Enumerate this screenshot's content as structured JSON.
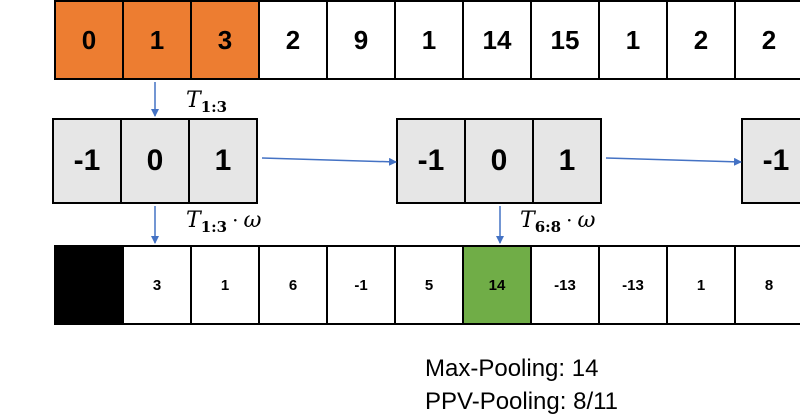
{
  "input_row": {
    "values": [
      "0",
      "1",
      "3",
      "2",
      "9",
      "1",
      "14",
      "15",
      "1",
      "2",
      "2"
    ],
    "highlighted": [
      0,
      1,
      2
    ],
    "highlight_color": "#ed7d31"
  },
  "kernel": {
    "values": [
      "-1",
      "0",
      "1"
    ],
    "partial_value": "-1",
    "fill_color": "#e6e6e6"
  },
  "labels": {
    "t1_base": "T",
    "t1_sub": "1:3",
    "t1w_base": "T",
    "t1w_sub": "1:3",
    "t1w_dot": "·",
    "t1w_omega": "ω",
    "t6w_base": "T",
    "t6w_sub": "6:8",
    "t6w_dot": "·",
    "t6w_omega": "ω"
  },
  "output_row": {
    "values": [
      "",
      "3",
      "1",
      "6",
      "-1",
      "5",
      "14",
      "-13",
      "-13",
      "1",
      "8"
    ],
    "masked_index": 0,
    "max_index": 6,
    "mask_color": "#000000",
    "max_color": "#70ad47"
  },
  "pooling": {
    "max_line": "Max-Pooling: 14",
    "ppv_line": "PPV-Pooling:  8/11"
  },
  "arrow_color": "#4472c4"
}
